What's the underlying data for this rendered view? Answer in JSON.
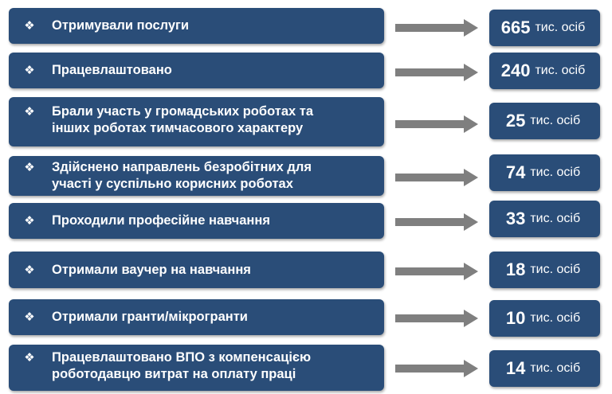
{
  "colors": {
    "box": "#2a4d78",
    "arrow": "#7f7f7f",
    "text": "#ffffff"
  },
  "bullet_icon": "diamond-four-bullet-icon",
  "bullet": "❖",
  "rows": [
    {
      "label": "Отримували послуги",
      "value": "665",
      "unit": "тис. осіб"
    },
    {
      "label": "Працевлаштовано",
      "value": "240",
      "unit": "тис. осіб"
    },
    {
      "label": "Брали участь у громадських роботах та\nінших роботах тимчасового характеру",
      "value": "25",
      "unit": "тис. осіб"
    },
    {
      "label": "Здійснено направлень безробітних для\nучасті у суспільно корисних роботах",
      "value": "74",
      "unit": "тис. осіб"
    },
    {
      "label": "Проходили професійне навчання",
      "value": "33",
      "unit": "тис. осіб"
    },
    {
      "label": "Отримали ваучер на навчання",
      "value": "18",
      "unit": "тис. осіб"
    },
    {
      "label": "Отримали гранти/мікрогранти",
      "value": "10",
      "unit": "тис. осіб"
    },
    {
      "label": "Працевлаштовано ВПО з компенсацією\nроботодавцю витрат на оплату праці",
      "value": "14",
      "unit": "тис. осіб"
    }
  ]
}
